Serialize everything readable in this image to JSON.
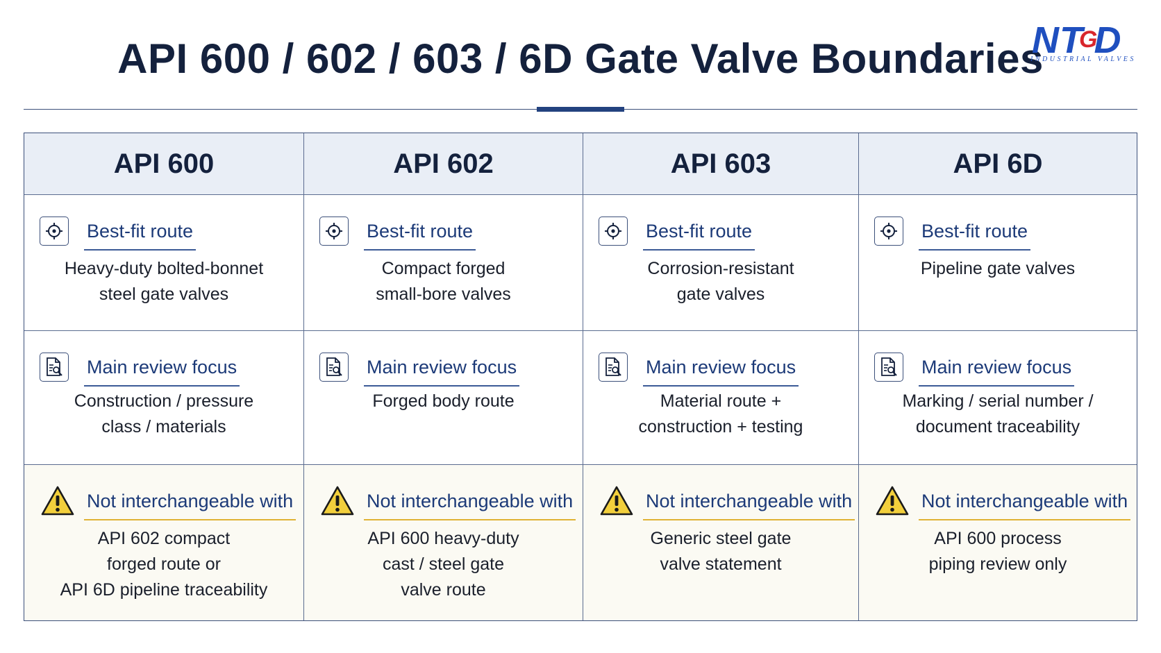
{
  "title": "API 600 / 602 / 603 / 6D Gate Valve Boundaries",
  "logo": {
    "text_a": "NT",
    "text_red": "G",
    "text_b": "D",
    "subtitle": "INDUSTRIAL VALVES"
  },
  "colors": {
    "title": "#14213d",
    "header_bg": "#e9eef6",
    "label_blue": "#1c3a78",
    "warning_yellow": "#f2cf3c",
    "warning_underline": "#e0b234",
    "logo_blue": "#1f4fbf",
    "logo_red": "#d8262c"
  },
  "section_labels": {
    "fit": "Best-fit route",
    "focus": "Main review focus",
    "warn": "Not interchangeable with"
  },
  "icons": {
    "fit": "crosshair-target-icon",
    "focus": "document-search-icon",
    "warn": "warning-triangle-icon"
  },
  "columns": [
    {
      "header": "API 600",
      "fit": [
        "Heavy-duty bolted-bonnet",
        "steel gate valves"
      ],
      "focus": [
        "Construction / pressure",
        "class / materials"
      ],
      "warn": [
        "API 602 compact",
        "forged route or",
        "API 6D pipeline traceability"
      ]
    },
    {
      "header": "API 602",
      "fit": [
        "Compact forged",
        "small-bore valves"
      ],
      "focus": [
        "Forged body route"
      ],
      "warn": [
        "API 600 heavy-duty",
        "cast / steel gate",
        "valve route"
      ]
    },
    {
      "header": "API 603",
      "fit": [
        "Corrosion-resistant",
        "gate valves"
      ],
      "focus": [
        "Material route +",
        "construction + testing"
      ],
      "warn": [
        "Generic steel gate",
        "valve statement"
      ]
    },
    {
      "header": "API 6D",
      "fit": [
        "Pipeline gate valves"
      ],
      "focus": [
        "Marking / serial number /",
        "document traceability"
      ],
      "warn": [
        "API 600 process",
        "piping review only"
      ]
    }
  ]
}
